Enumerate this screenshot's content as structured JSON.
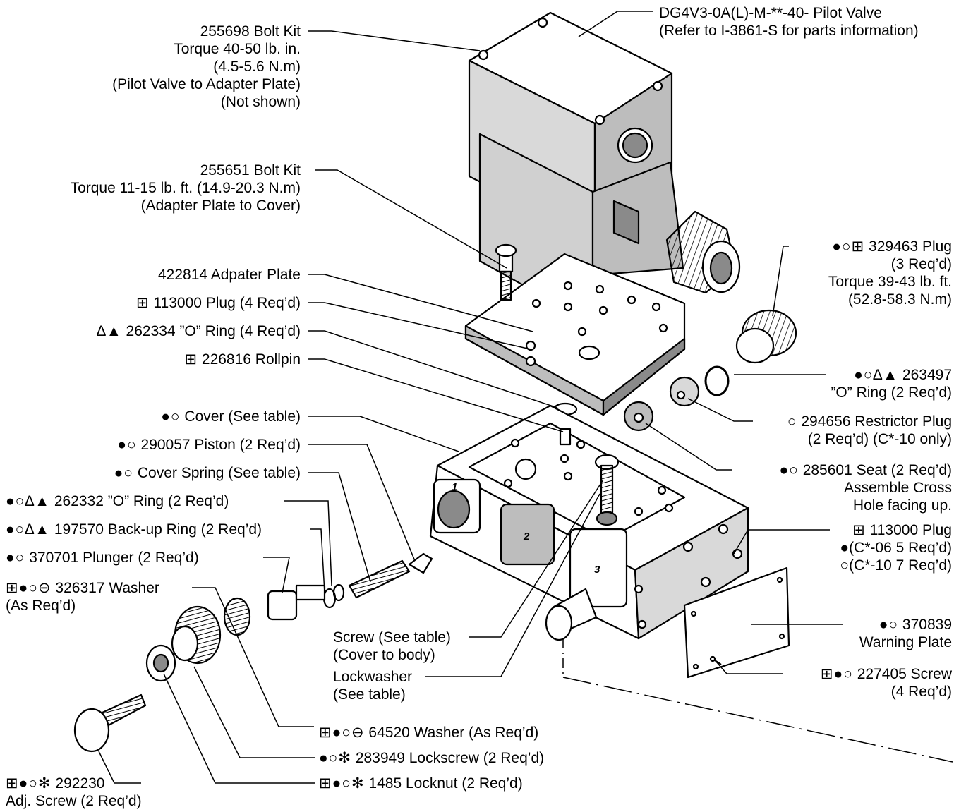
{
  "callouts": {
    "pilot_valve": {
      "lines": [
        "DG4V3-0A(L)-M-**-40- Pilot Valve",
        "(Refer to I-3861-S for parts information)"
      ]
    },
    "bolt_kit_255698": {
      "lines": [
        "255698 Bolt Kit",
        "Torque 40-50 lb. in.",
        "(4.5-5.6 N.m)",
        "(Pilot Valve to Adapter Plate)",
        "(Not shown)"
      ]
    },
    "bolt_kit_255651": {
      "lines": [
        "255651 Bolt Kit",
        "Torque 11-15 lb. ft. (14.9-20.3 N.m)",
        "(Adapter Plate to Cover)"
      ]
    },
    "adapter_plate": {
      "text": "422814 Adpater Plate"
    },
    "plug_113000_top": {
      "symbols": "⊞",
      "text": "113000 Plug (4 Req’d)"
    },
    "o_ring_262334": {
      "symbols": "∆▲",
      "text": "262334 ”O” Ring (4 Req’d)"
    },
    "rollpin": {
      "symbols": "⊞",
      "text": "226816 Rollpin"
    },
    "cover": {
      "symbols": "●○",
      "text": "Cover (See table)"
    },
    "piston": {
      "symbols": "●○",
      "text": "290057 Piston (2 Req’d)"
    },
    "cover_spring": {
      "symbols": "●○",
      "text": "Cover Spring (See table)"
    },
    "o_ring_262332": {
      "symbols": "●○∆▲",
      "text": "262332 ”O” Ring (2 Req’d)"
    },
    "backup_ring": {
      "symbols": "●○∆▲",
      "text": "197570 Back-up Ring (2 Req’d)"
    },
    "plunger": {
      "symbols": "●○",
      "text": "370701 Plunger (2 Req’d)"
    },
    "washer_326317": {
      "symbols": "⊞●○⊖",
      "text": "326317 Washer",
      "line2": "(As Req’d)"
    },
    "screw_cover": {
      "lines": [
        "Screw (See table)",
        "(Cover to body)"
      ]
    },
    "lockwasher": {
      "lines": [
        "Lockwasher",
        "(See table)"
      ]
    },
    "washer_64520": {
      "symbols": "⊞●○⊖",
      "text": "64520 Washer (As Req’d)"
    },
    "lockscrew": {
      "symbols": "●○✻",
      "text": "283949 Lockscrew (2 Req’d)"
    },
    "locknut": {
      "symbols": "⊞●○✻",
      "text": "1485 Locknut (2 Req’d)"
    },
    "adj_screw": {
      "symbols": "⊞●○✻",
      "text": "292230",
      "line2": "Adj. Screw (2 Req’d)"
    },
    "plug_329463": {
      "symbols": "●○⊞",
      "text": "329463 Plug",
      "lines": [
        "(3 Req’d)",
        "Torque 39-43 lb. ft.",
        "(52.8-58.3 N.m)"
      ]
    },
    "o_ring_263497": {
      "symbols": "●○∆▲",
      "text": "263497",
      "line2": "”O” Ring (2 Req’d)"
    },
    "restrictor_plug": {
      "symbols": "○",
      "text": "294656 Restrictor Plug",
      "line2": "(2 Req’d) (C*-10 only)"
    },
    "seat": {
      "symbols": "●○",
      "text": "285601 Seat (2 Req’d)",
      "lines": [
        "Assemble Cross",
        "Hole facing up."
      ]
    },
    "plug_113000_side": {
      "symbols": "⊞",
      "text": "113000 Plug",
      "lines": [
        "●(C*-06 5 Req’d)",
        "○(C*-10 7 Req’d)"
      ]
    },
    "warning_plate": {
      "symbols": "●○",
      "text": "370839",
      "line2": "Warning Plate"
    },
    "screw_227405": {
      "symbols": "⊞●○",
      "text": "227405 Screw",
      "line2": "(4 Req’d)"
    }
  },
  "port_numbers": [
    "1",
    "2",
    "3"
  ],
  "colors": {
    "ink": "#000000",
    "paper": "#ffffff",
    "shade": "#bdbdbd",
    "light_shade": "#d9d9d9",
    "dark_shade": "#8a8a8a"
  }
}
